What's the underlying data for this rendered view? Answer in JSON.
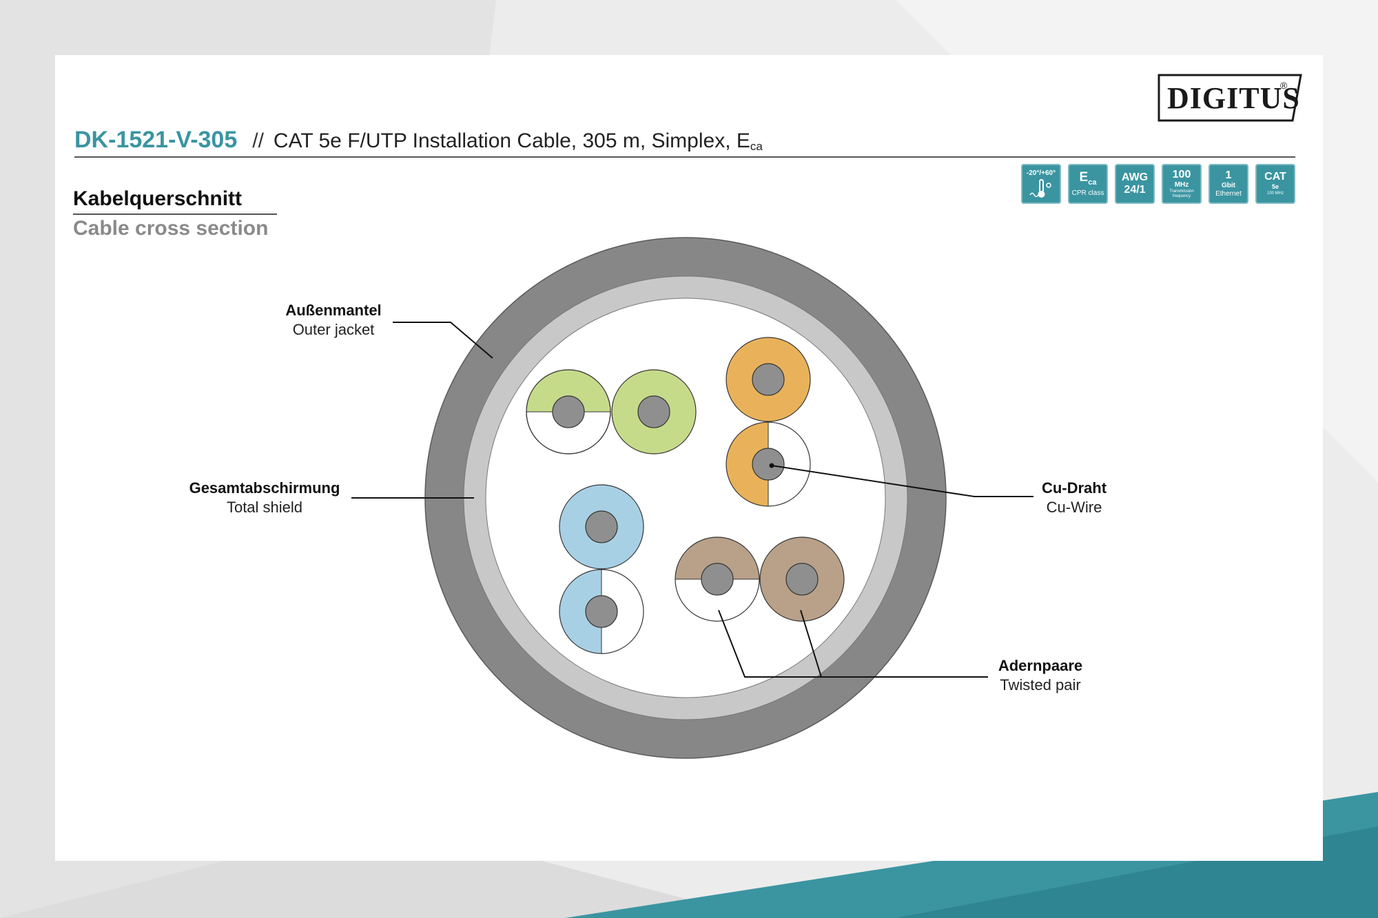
{
  "brand": {
    "logo": "DIGITUS",
    "registered": "®"
  },
  "header": {
    "sku": "DK-1521-V-305",
    "separator": "//",
    "description": "CAT 5e F/UTP Installation Cable, 305 m, Simplex, E",
    "description_sub": "ca"
  },
  "badges": [
    {
      "name": "temperature-range-icon",
      "top": "-20°/+60°",
      "bottom": ""
    },
    {
      "name": "cpr-class-badge",
      "top": "E",
      "top_sub": "ca",
      "bottom": "CPR class"
    },
    {
      "name": "awg-badge",
      "top": "AWG",
      "bottom": "24/1"
    },
    {
      "name": "frequency-badge",
      "top": "100",
      "middle": "MHz",
      "bottom": "Transmission frequency"
    },
    {
      "name": "ethernet-badge",
      "top": "1",
      "middle": "Gbit",
      "bottom": "Ethernet"
    },
    {
      "name": "category-badge",
      "top": "CAT",
      "middle": "5e",
      "bottom": "100 MHz"
    }
  ],
  "section": {
    "title_de": "Kabelquerschnitt",
    "title_en": "Cable cross section"
  },
  "labels": {
    "outer_jacket": {
      "de": "Außenmantel",
      "en": "Outer jacket"
    },
    "total_shield": {
      "de": "Gesamtabschirmung",
      "en": "Total shield"
    },
    "cu_wire": {
      "de": "Cu-Draht",
      "en": "Cu-Wire"
    },
    "twisted_pair": {
      "de": "Adernpaare",
      "en": "Twisted pair"
    }
  },
  "colors": {
    "accent": "#3a95a1",
    "jacket": "#878787",
    "shield": "#c8c8c8",
    "conductor": "#8f8f8f",
    "pair_green": "#c6db8a",
    "pair_orange": "#e9b25a",
    "pair_blue": "#a8d0e4",
    "pair_brown": "#b9a089"
  }
}
